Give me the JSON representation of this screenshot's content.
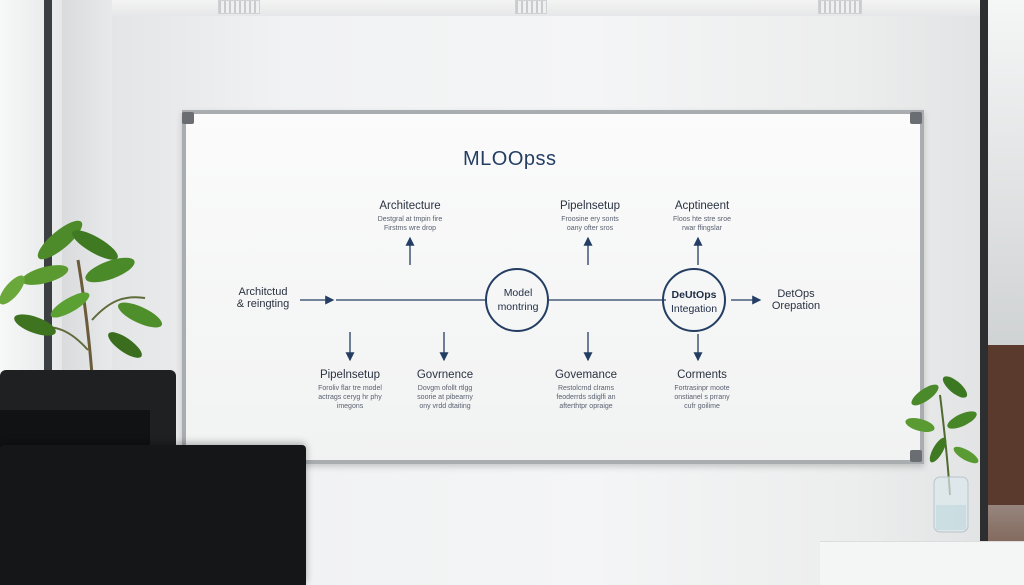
{
  "whiteboard": {
    "title": "MLOOpss",
    "nodes": {
      "top_left": {
        "label": "Architecture",
        "sub1": "Destgral at tmpin fire",
        "sub2": "Firstms wre drop"
      },
      "top_mid": {
        "label": "Pipelnsetup",
        "sub1": "Froosine ery sonts",
        "sub2": "oany ofter sros"
      },
      "top_right": {
        "label": "Acptineent",
        "sub1": "Floos hte stre sroe",
        "sub2": "rwar ffingslar"
      },
      "left": {
        "label1": "Architctud",
        "label2": "& reingting"
      },
      "center": {
        "line1": "Model",
        "line2": "montring"
      },
      "right_circle": {
        "line1": "DeUtOps",
        "line2": "Integation"
      },
      "right": {
        "label1": "DetOps",
        "label2": "Orepation"
      },
      "bot_1": {
        "label": "Pipelnsetup",
        "sub1": "Foroliv flar tre model",
        "sub2": "actrags ceryg hr phy",
        "sub3": "imegons"
      },
      "bot_2": {
        "label": "Govrnence",
        "sub1": "Dovgm ofollt rtlgg",
        "sub2": "soorie at pibearny",
        "sub3": "ony vrdd dtaiting"
      },
      "bot_3": {
        "label": "Govemance",
        "sub1": "Restolcrnd clrams",
        "sub2": "feoderrds sdiglfi an",
        "sub3": "afterthtpr opraige"
      },
      "bot_4": {
        "label": "Corments",
        "sub1": "Fortrasinpr moote",
        "sub2": "onstianel s prrany",
        "sub3": "cufr goilime"
      }
    }
  },
  "colors": {
    "ink": "#1f3d63",
    "arrow": "#243e63"
  }
}
